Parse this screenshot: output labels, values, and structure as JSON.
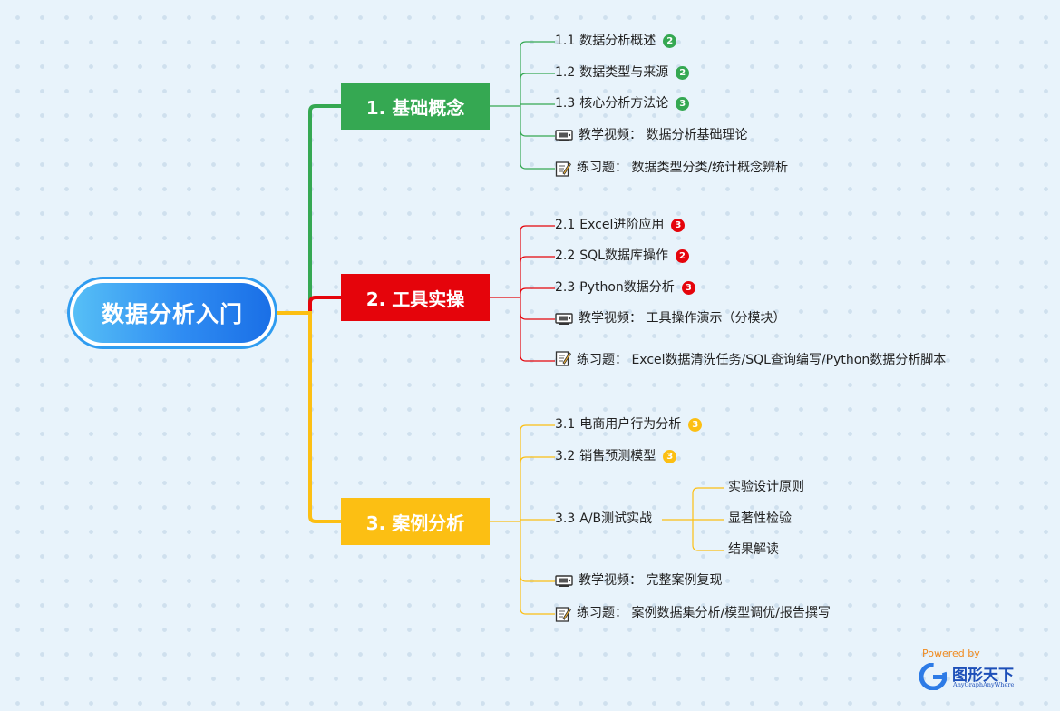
{
  "root": {
    "title": "数据分析入门"
  },
  "branches": [
    {
      "title": "1. 基础概念",
      "color": "#35a852",
      "items": [
        {
          "num": "1.1",
          "text": "数据分析概述",
          "badge": "2"
        },
        {
          "num": "1.2",
          "text": "数据类型与来源",
          "badge": "2"
        },
        {
          "num": "1.3",
          "text": "核心分析方法论",
          "badge": "3"
        },
        {
          "icon": "video-icon",
          "text": "教学视频：  数据分析基础理论"
        },
        {
          "icon": "memo-icon",
          "text": "练习题：  数据类型分类/统计概念辨析"
        }
      ]
    },
    {
      "title": "2. 工具实操",
      "color": "#e5040b",
      "items": [
        {
          "num": "2.1",
          "text": "Excel进阶应用",
          "badge": "3"
        },
        {
          "num": "2.2",
          "text": "SQL数据库操作",
          "badge": "2"
        },
        {
          "num": "2.3",
          "text": "Python数据分析",
          "badge": "3"
        },
        {
          "icon": "video-icon",
          "text": "教学视频：  工具操作演示（分模块）"
        },
        {
          "icon": "memo-icon",
          "text": "练习题：  Excel数据清洗任务/SQL查询编写/Python数据分析脚本"
        }
      ]
    },
    {
      "title": "3. 案例分析",
      "color": "#fcbf13",
      "items": [
        {
          "num": "3.1",
          "text": "电商用户行为分析",
          "badge": "3"
        },
        {
          "num": "3.2",
          "text": "销售预测模型",
          "badge": "3"
        },
        {
          "num": "3.3",
          "text": "A/B测试实战",
          "children": [
            "实验设计原则",
            "显著性检验",
            "结果解读"
          ]
        },
        {
          "icon": "video-icon",
          "text": "教学视频：  完整案例复现"
        },
        {
          "icon": "memo-icon",
          "text": "练习题：  案例数据集分析/模型调优/报告撰写"
        }
      ]
    }
  ],
  "logo": {
    "powered": "Powered by",
    "name": "图形天下",
    "sub": "AnyGraphAnyWhere"
  }
}
